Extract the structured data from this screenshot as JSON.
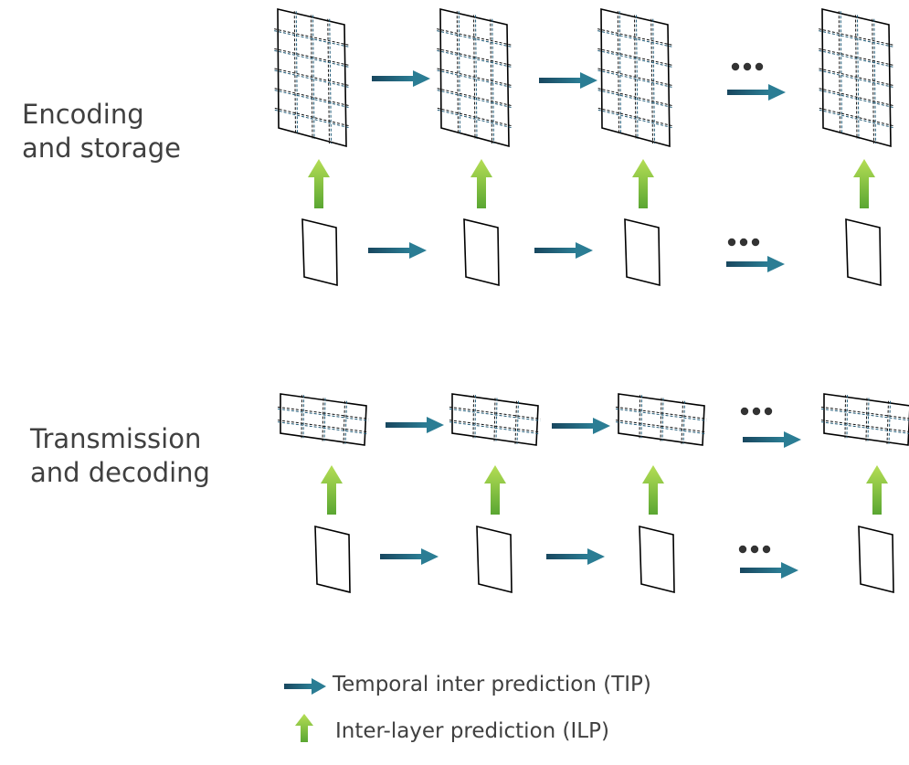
{
  "sections": {
    "top_label_line1": "Encoding",
    "top_label_line2": "and storage",
    "bottom_label_line1": "Transmission",
    "bottom_label_line2": "and decoding"
  },
  "ellipsis": "•••",
  "legend": {
    "tip_label": "Temporal inter prediction (TIP)",
    "ilp_label": "Inter-layer prediction (ILP)"
  },
  "colors": {
    "tip_arrow": "#1f5a77",
    "ilp_arrow": "#8cc63f",
    "grid_line": "#1f5a77",
    "frame_stroke": "#000000"
  }
}
